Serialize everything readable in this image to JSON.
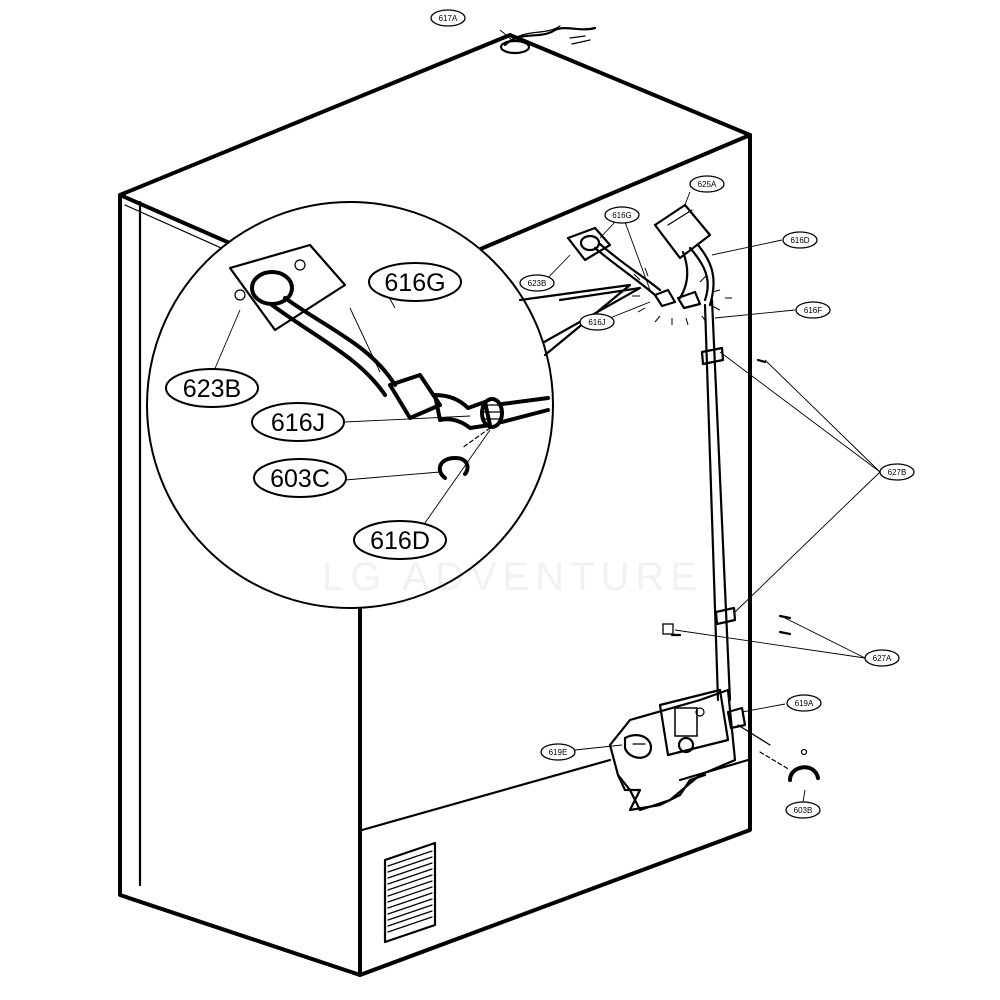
{
  "diagram": {
    "callouts_small": [
      {
        "id": "617A",
        "label": "617A"
      },
      {
        "id": "625A",
        "label": "625A"
      },
      {
        "id": "616G",
        "label": "616G"
      },
      {
        "id": "616D",
        "label": "616D"
      },
      {
        "id": "623B",
        "label": "623B"
      },
      {
        "id": "616F",
        "label": "616F"
      },
      {
        "id": "616J",
        "label": "616J"
      },
      {
        "id": "627B",
        "label": "627B"
      },
      {
        "id": "627A",
        "label": "627A"
      },
      {
        "id": "619A",
        "label": "619A"
      },
      {
        "id": "619E",
        "label": "619E"
      },
      {
        "id": "603B",
        "label": "603B"
      }
    ],
    "callouts_detail": [
      {
        "id": "616G",
        "label": "616G"
      },
      {
        "id": "623B",
        "label": "623B"
      },
      {
        "id": "616J",
        "label": "616J"
      },
      {
        "id": "603C",
        "label": "603C"
      },
      {
        "id": "616D",
        "label": "616D"
      }
    ],
    "watermark": "LG ADVENTURE"
  }
}
